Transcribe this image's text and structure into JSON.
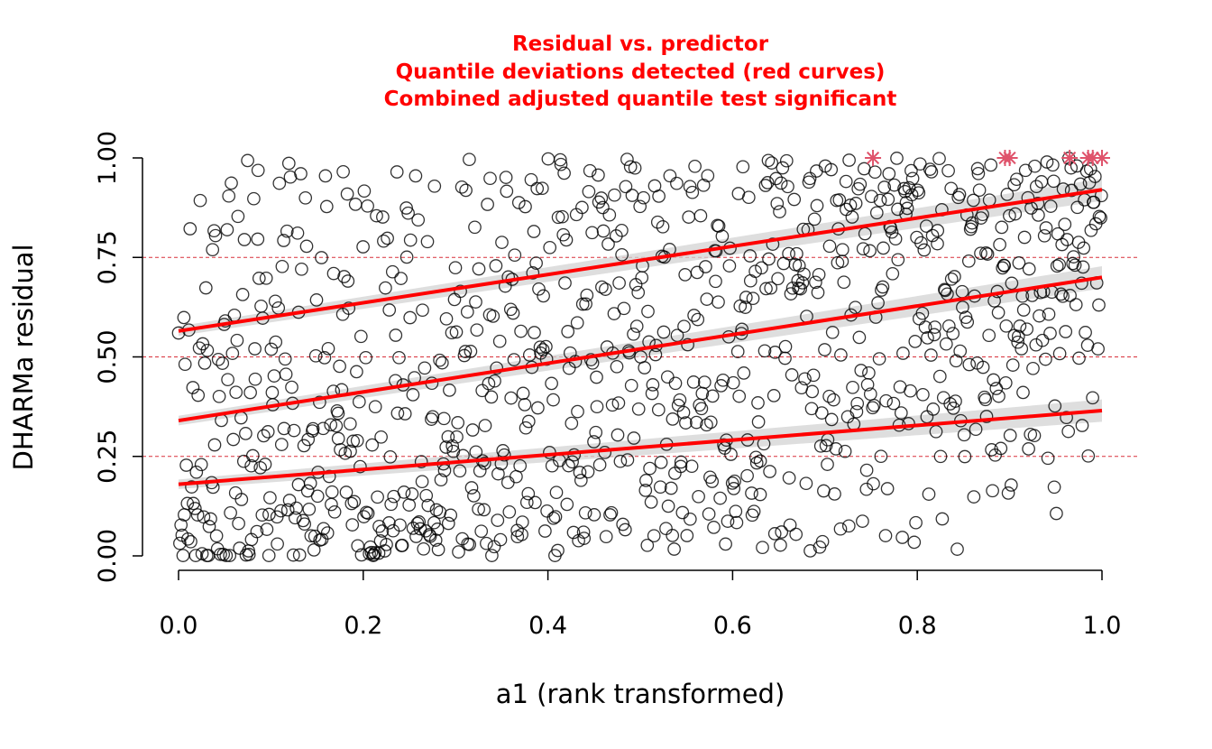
{
  "chart_data": {
    "type": "scatter",
    "title_lines": [
      "Residual vs. predictor",
      "Quantile deviations detected (red curves)",
      "Combined adjusted quantile test significant"
    ],
    "xlabel": "a1 (rank transformed)",
    "ylabel": "DHARMa residual",
    "xlim": [
      0,
      1
    ],
    "ylim": [
      0,
      1
    ],
    "x_ticks": [
      0.0,
      0.2,
      0.4,
      0.6,
      0.8,
      1.0
    ],
    "x_tick_labels": [
      "0.0",
      "0.2",
      "0.4",
      "0.6",
      "0.8",
      "1.0"
    ],
    "y_ticks": [
      0.0,
      0.25,
      0.5,
      0.75,
      1.0
    ],
    "y_tick_labels": [
      "0.00",
      "0.25",
      "0.50",
      "0.75",
      "1.00"
    ],
    "reference_lines": [
      0.25,
      0.5,
      0.75
    ],
    "quantile_fits": [
      {
        "quantile": 0.25,
        "x": [
          0,
          1
        ],
        "y": [
          0.18,
          0.365
        ]
      },
      {
        "quantile": 0.5,
        "x": [
          0,
          1
        ],
        "y": [
          0.34,
          0.7
        ]
      },
      {
        "quantile": 0.75,
        "x": [
          0,
          1
        ],
        "y": [
          0.565,
          0.92
        ]
      }
    ],
    "outliers_x": [
      0.752,
      0.895,
      0.9,
      0.965,
      0.985,
      0.99,
      1.0
    ],
    "scatter_n": 1000,
    "colors": {
      "title": "#ff0000",
      "points": "#000000",
      "quantile_lines": "#ff0000",
      "reference_lines": "#d9303a",
      "outliers": "#df536b",
      "ci_band": "#d3d3d3"
    }
  }
}
